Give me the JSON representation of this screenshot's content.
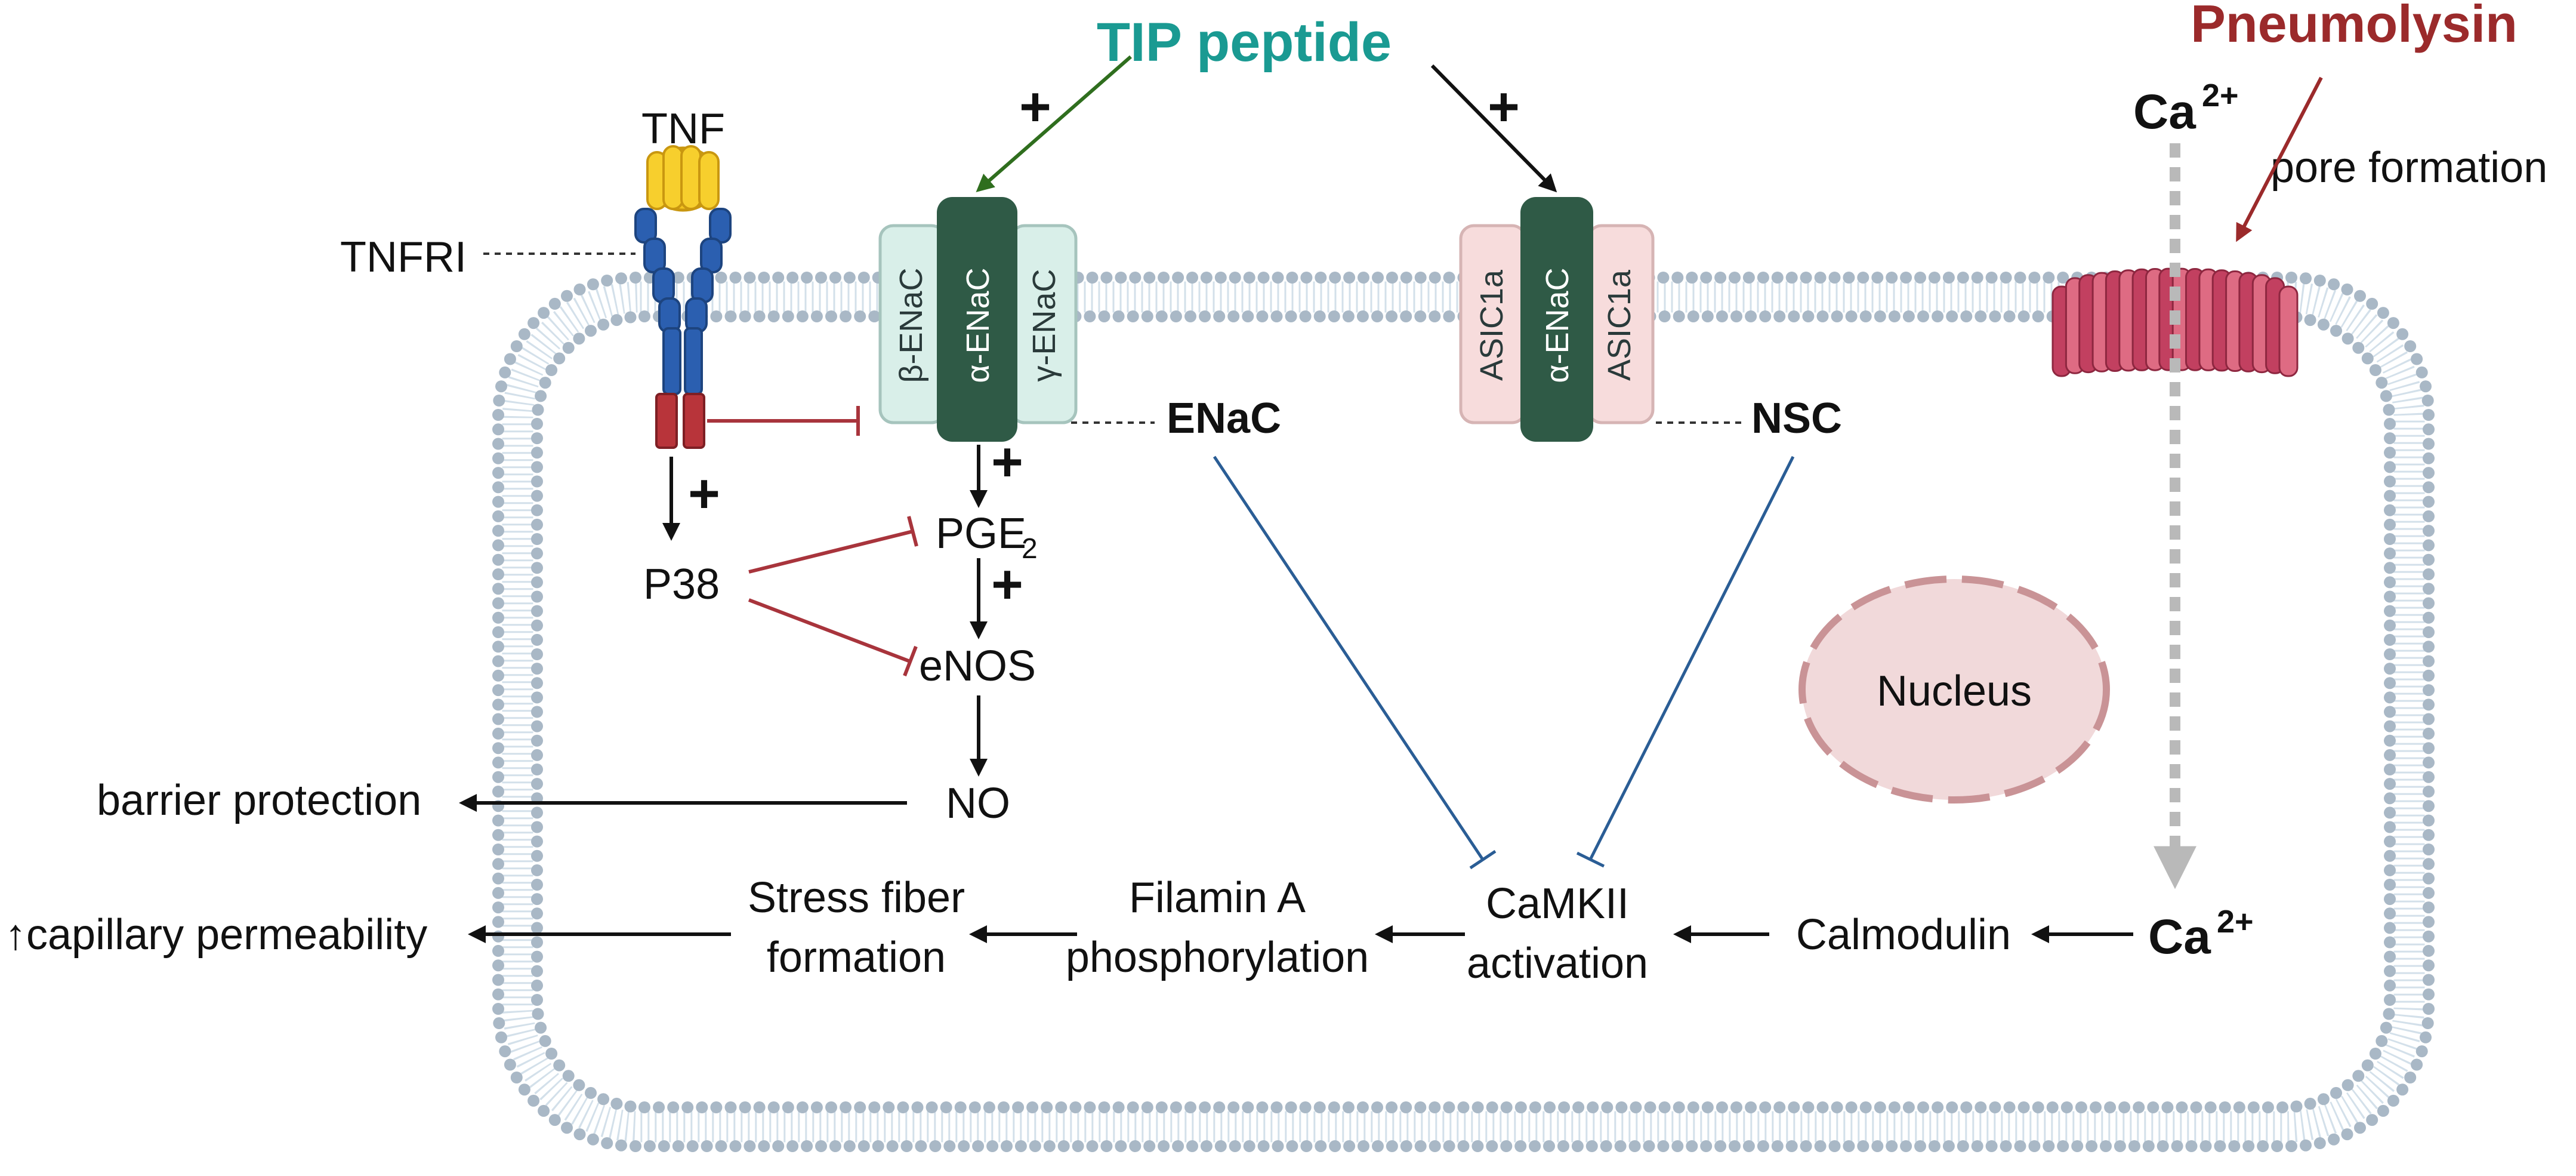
{
  "colors": {
    "teal_title": "#1a9a92",
    "pneumolysin_red": "#9b2a2b",
    "membrane_dot": "#a9b8c6",
    "membrane_tail": "#d3e0ea",
    "enac_dark": "#2f5a46",
    "enac_light": "#d9efe9",
    "asic_light": "#f7dcdc",
    "tnf_yellow": "#f2c21e",
    "tnfr_blue": "#2b5fb0",
    "tnfr_red": "#b8343a",
    "inhibit_red": "#a8343c",
    "inhibit_blue": "#2a5d95",
    "nucleus_fill": "#f1d9da",
    "nucleus_stroke": "#c99396",
    "pore": "#c24060"
  },
  "labels": {
    "tip_peptide": "TIP peptide",
    "pneumolysin": "Pneumolysin",
    "pore_formation": "pore formation",
    "ca_top": "Ca",
    "ca_top_sup": "2+",
    "tnf": "TNF",
    "tnfri": "TNFRI",
    "beta_enac": "β-ENaC",
    "alpha_enac": "α-ENaC",
    "gamma_enac": "γ-ENaC",
    "asic1a_left": "ASIC1a",
    "alpha_enac_nsc": "α-ENaC",
    "asic1a_right": "ASIC1a",
    "enac": "ENaC",
    "nsc": "NSC",
    "p38": "P38",
    "pge2": "PGE",
    "pge2_sub": "2",
    "enos": "eNOS",
    "no": "NO",
    "barrier_protection": "barrier protection",
    "nucleus": "Nucleus",
    "camkii_line1": "CaMKII",
    "camkii_line2": "activation",
    "filamin_line1": "Filamin A",
    "filamin_line2": "phosphorylation",
    "stress_line1": "Stress fiber",
    "stress_line2": "formation",
    "capillary": "↑capillary permeability",
    "calmodulin": "Calmodulin",
    "ca_bottom": "Ca",
    "ca_bottom_sup": "2+",
    "plus": "+"
  }
}
